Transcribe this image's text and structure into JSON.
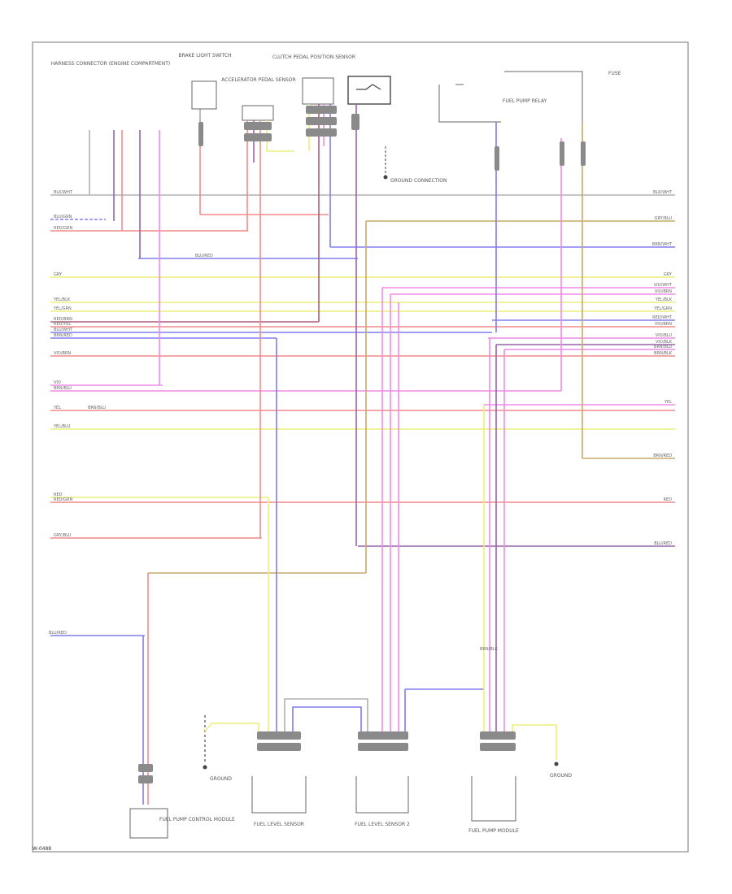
{
  "colors": {
    "frame": "#8c8c8c",
    "wire_gray": "#b0b0b0",
    "wire_red": "#f28a8a",
    "wire_pink": "#f08ae6",
    "wire_blue": "#7e7ef0",
    "wire_yellow": "#eeee7a",
    "wire_tan": "#c8a96a",
    "wire_purple": "#9a62b0",
    "wire_maroon": "#b05c7a",
    "connector": "#777777"
  },
  "footer_text": "W-0488",
  "components": [
    {
      "id": "harness-connector-top-left",
      "icon": "connector-block-icon",
      "label": "HARNESS CONNECTOR (ENGINE COMPARTMENT)"
    },
    {
      "id": "brake-light-switch",
      "icon": "switch-box-icon",
      "label": "BRAKE LIGHT SWITCH"
    },
    {
      "id": "accelerator-pedal-sensor",
      "icon": "sensor-box-icon",
      "label": "ACCELERATOR PEDAL SENSOR"
    },
    {
      "id": "clutch-pedal-position-sensor",
      "icon": "sensor-box-icon",
      "label": "CLUTCH PEDAL POSITION SENSOR"
    },
    {
      "id": "ground-connection-top",
      "icon": "ground-icon",
      "label": "GROUND CONNECTION"
    },
    {
      "id": "fuel-pump-relay",
      "icon": "relay-box-icon",
      "label": "FUEL PUMP RELAY"
    },
    {
      "id": "fuse-box-right",
      "icon": "fuse-icon",
      "label": "FUSE"
    },
    {
      "id": "fuel-pump-control-module",
      "icon": "module-box-icon",
      "label": "FUEL PUMP CONTROL MODULE"
    },
    {
      "id": "fuel-level-sensor",
      "icon": "sensor-box-icon",
      "label": "FUEL LEVEL SENSOR"
    },
    {
      "id": "fuel-level-sensor-2",
      "icon": "sensor-box-icon",
      "label": "FUEL LEVEL SENSOR 2"
    },
    {
      "id": "fuel-pump-module",
      "icon": "module-box-icon",
      "label": "FUEL PUMP MODULE"
    },
    {
      "id": "ground-left-lower",
      "icon": "ground-icon",
      "label": "GROUND"
    },
    {
      "id": "ground-right-lower",
      "icon": "ground-icon",
      "label": "GROUND"
    }
  ],
  "left_wire_labels": [
    "BLK/WHT",
    "BLU/GRN",
    "RED/GRN",
    "GRY",
    "YEL/BLK",
    "YEL/GRN",
    "RED/BRN",
    "RED/YEL",
    "BLU/WHT",
    "BRN/RED",
    "VIO/BRN",
    "VIO",
    "BRN/BLU",
    "YEL",
    "YEL/BLU",
    "RED",
    "RED/GRN",
    "GRY/BLU"
  ],
  "right_wire_labels": [
    "BLK/WHT",
    "GRY/BLU",
    "BRN/WHT",
    "GRY",
    "VIO/WHT",
    "VIO/BRN",
    "YEL/BLK",
    "YEL/GRN",
    "RED/WHT",
    "VIO/BRN",
    "VIO/BLU",
    "VIO/BLK",
    "BRN/BLU",
    "BRN/BLK",
    "YEL",
    "BRN/RED",
    "RED",
    "BLU/RED"
  ],
  "mid_wire_labels": [
    "BLU/RED",
    "BRN/BLU",
    "BRN/BLK",
    "BLU/RED"
  ]
}
